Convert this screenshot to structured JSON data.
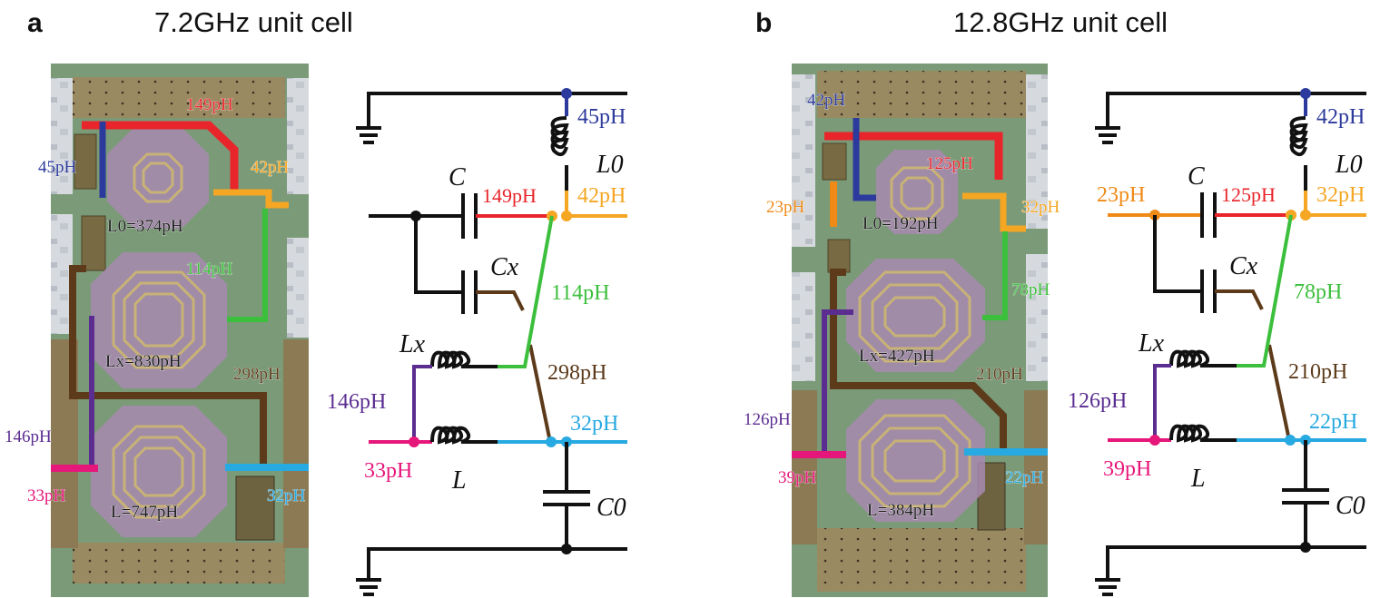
{
  "colors": {
    "red": "#e8252a",
    "blue": "#2b3a9c",
    "orange": "#f5a623",
    "dark_orange": "#ef8a17",
    "green": "#3cbf3c",
    "brown": "#5c3a1a",
    "purple": "#5b2d91",
    "magenta": "#e6177a",
    "cyan": "#27a9e1",
    "black": "#111111"
  },
  "panel_a": {
    "letter": "a",
    "title": "7.2GHz unit cell",
    "photo_labels": {
      "l0": "L0=374pH",
      "lx": "Lx=830pH",
      "l": "L=747pH",
      "red": "149pH",
      "blue": "45pH",
      "orange": "42pH",
      "green": "114pH",
      "brown": "298pH",
      "purple": "146pH",
      "magenta": "33pH",
      "cyan": "32pH"
    },
    "schematic": {
      "blue": "45pH",
      "red": "149pH",
      "orange": "42pH",
      "green": "114pH",
      "brown": "298pH",
      "purple": "146pH",
      "magenta": "33pH",
      "cyan": "32pH",
      "L0": "L0",
      "C": "C",
      "Cx": "Cx",
      "Lx": "Lx",
      "L": "L",
      "C0": "C0"
    }
  },
  "panel_b": {
    "letter": "b",
    "title": "12.8GHz unit cell",
    "photo_labels": {
      "l0": "L0=192pH",
      "lx": "Lx=427pH",
      "l": "L=384pH",
      "red": "125pH",
      "blue": "42pH",
      "orange": "23pH",
      "orange2": "32pH",
      "green": "78pH",
      "brown": "210pH",
      "purple": "126pH",
      "magenta": "39pH",
      "cyan": "22pH"
    },
    "schematic": {
      "blue": "42pH",
      "red": "125pH",
      "orange_left": "23pH",
      "orange": "32pH",
      "green": "78pH",
      "brown": "210pH",
      "purple": "126pH",
      "magenta": "39pH",
      "cyan": "22pH",
      "L0": "L0",
      "C": "C",
      "Cx": "Cx",
      "Lx": "Lx",
      "L": "L",
      "C0": "C0"
    }
  }
}
